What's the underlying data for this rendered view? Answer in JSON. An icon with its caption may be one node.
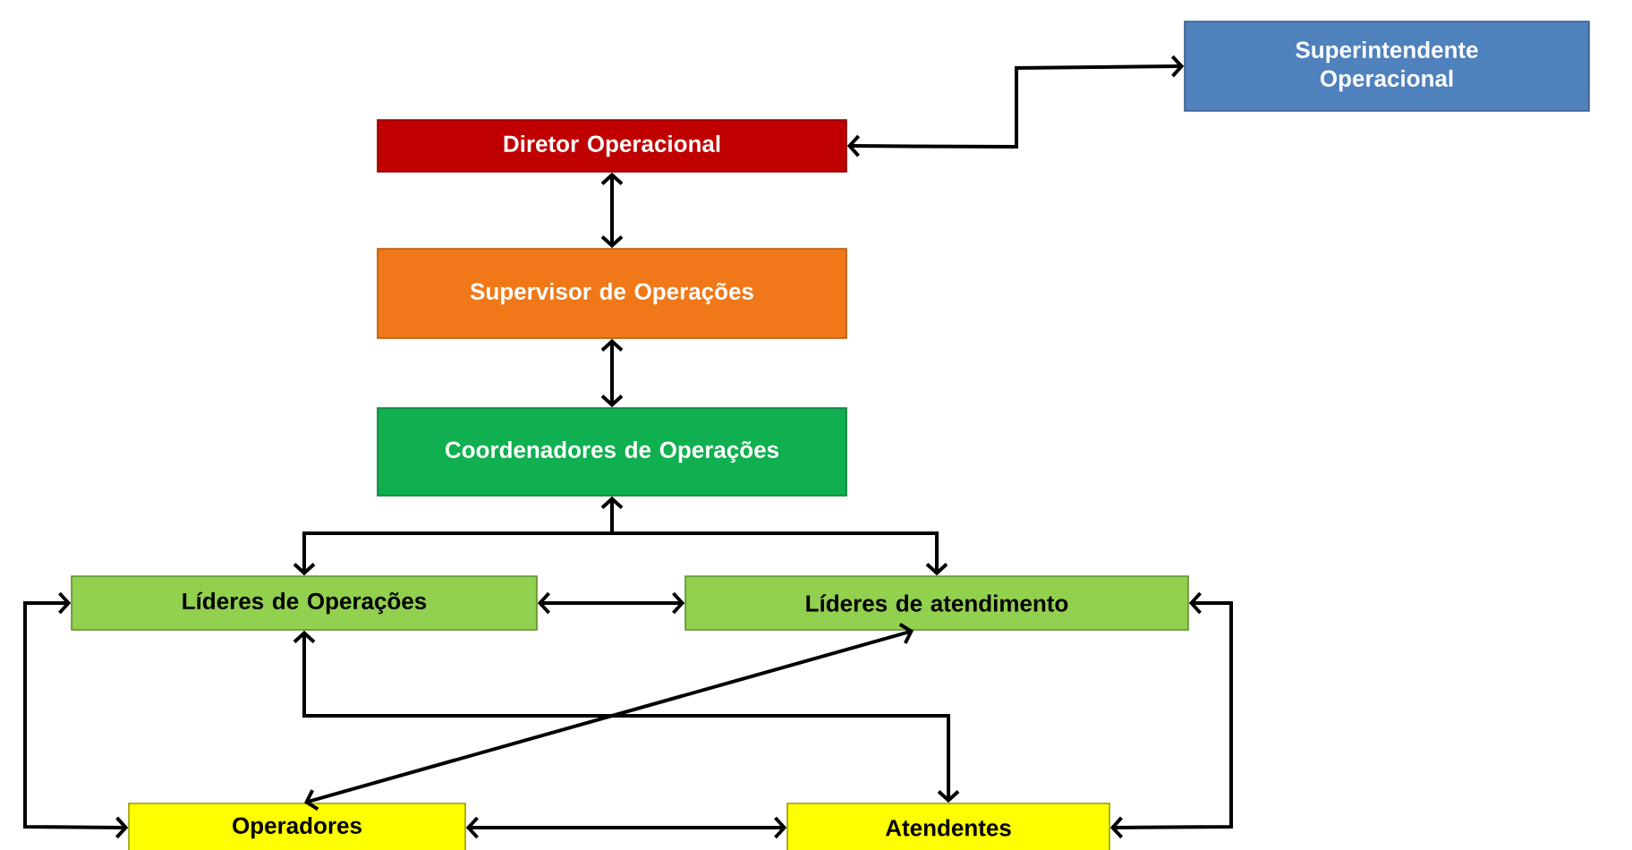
{
  "diagram": {
    "nodes": [
      {
        "text": [
          "Superintendente Operacional"
        ]
      },
      {
        "text": [
          "Diretor Operacional"
        ]
      },
      {
        "text": [
          "Supervisor de Operações"
        ]
      },
      {
        "text": [
          "Coordenadores de Operações"
        ]
      },
      {
        "text": [
          "Líderes de Operações"
        ]
      },
      {
        "text": [
          "Líderes de atendimento"
        ]
      },
      {
        "text": [
          "Operadores"
        ]
      },
      {
        "text": [
          "Atendentes"
        ]
      }
    ],
    "edges": [
      {
        "from": 1,
        "to": 0,
        "arrow": "both"
      },
      {
        "from": 1,
        "to": 2,
        "arrow": "both"
      },
      {
        "from": 2,
        "to": 3,
        "arrow": "both"
      },
      {
        "from": 3,
        "to": 4,
        "arrow": "both"
      },
      {
        "from": 3,
        "to": 5,
        "arrow": "both"
      },
      {
        "from": 4,
        "to": 5,
        "arrow": "both"
      },
      {
        "from": 4,
        "to": 7,
        "arrow": "both"
      },
      {
        "from": 6,
        "to": 5,
        "arrow": "both"
      },
      {
        "from": 4,
        "to": 6,
        "arrow": "both"
      },
      {
        "from": 5,
        "to": 7,
        "arrow": "both"
      },
      {
        "from": 6,
        "to": 7,
        "arrow": "both"
      }
    ]
  }
}
